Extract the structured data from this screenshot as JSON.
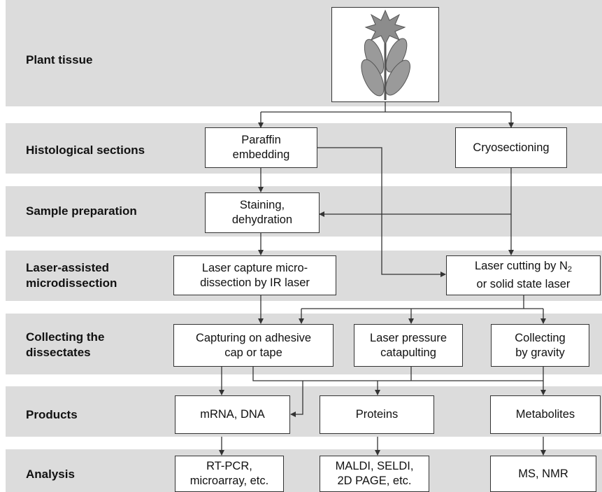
{
  "stages": {
    "plant_tissue": "Plant tissue",
    "histological_sections": "Histological sections",
    "sample_preparation": "Sample preparation",
    "laser_assisted": "Laser-assisted\nmicrodissection",
    "collecting": "Collecting the\ndissectates",
    "products": "Products",
    "analysis": "Analysis"
  },
  "boxes": {
    "paraffin": "Paraffin\nembedding",
    "cryosectioning": "Cryosectioning",
    "staining": "Staining,\ndehydration",
    "laser_capture": "Laser capture micro-\ndissection by IR laser",
    "laser_cutting_line1_pre": "Laser cutting by N",
    "laser_cutting_sub": "2",
    "laser_cutting_line2": "or solid state laser",
    "capturing": "Capturing on adhesive\ncap or tape",
    "catapulting": "Laser pressure\ncatapulting",
    "gravity": "Collecting\nby gravity",
    "mrna_dna": "mRNA, DNA",
    "proteins": "Proteins",
    "metabolites": "Metabolites",
    "rtpcr": "RT-PCR,\nmicroarray, etc.",
    "maldi": "MALDI, SELDI,\n2D PAGE, etc.",
    "ms_nmr": "MS, NMR"
  },
  "colors": {
    "band": "#dcdcdc",
    "leaf": "#9a9a9a",
    "flower": "#8c8c8c",
    "stem": "#555555"
  }
}
